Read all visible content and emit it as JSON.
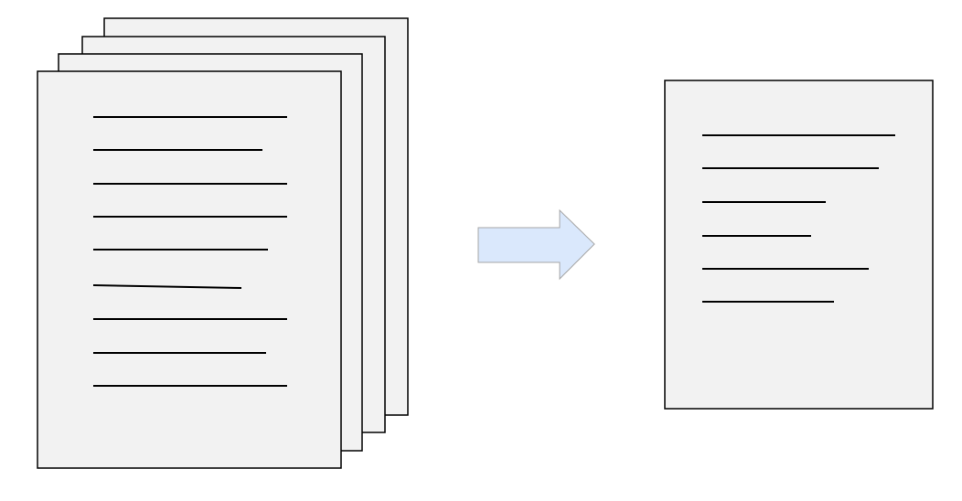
{
  "colors": {
    "background": "#ffffff",
    "page_fill": "#f2f2f2",
    "page_border": "#000000",
    "text_line": "#000000",
    "arrow_fill": "#dae8fc",
    "arrow_stroke": "#a6a6a6"
  },
  "source_stack": {
    "page_count": 4,
    "text_line_count": 9
  },
  "arrow": {
    "icon": "right-arrow-icon"
  },
  "result_page": {
    "text_line_count": 6
  }
}
